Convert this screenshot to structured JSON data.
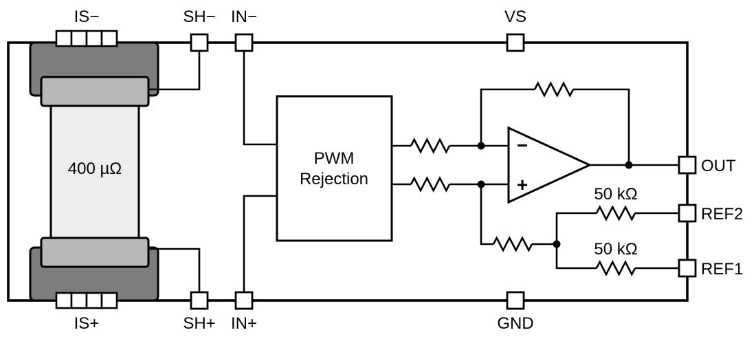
{
  "diagram": {
    "shunt_label": "400 µΩ",
    "pwm_block": {
      "line1": "PWM",
      "line2": "Rejection"
    },
    "opamp": {
      "inverting_label": "−",
      "noninverting_label": "+"
    },
    "resistor_labels": {
      "ref2": "50 kΩ",
      "ref1": "50 kΩ"
    },
    "pins": {
      "is_minus": "IS−",
      "sh_minus": "SH−",
      "in_minus": "IN−",
      "vs": "VS",
      "is_plus": "IS+",
      "sh_plus": "SH+",
      "in_plus": "IN+",
      "gnd": "GND",
      "out": "OUT",
      "ref2": "REF2",
      "ref1": "REF1"
    },
    "colors": {
      "wire": "#000000",
      "shunt_dark": "#7d7d7d",
      "shunt_mid": "#b9b9b9",
      "shunt_light": "#ededed"
    }
  }
}
